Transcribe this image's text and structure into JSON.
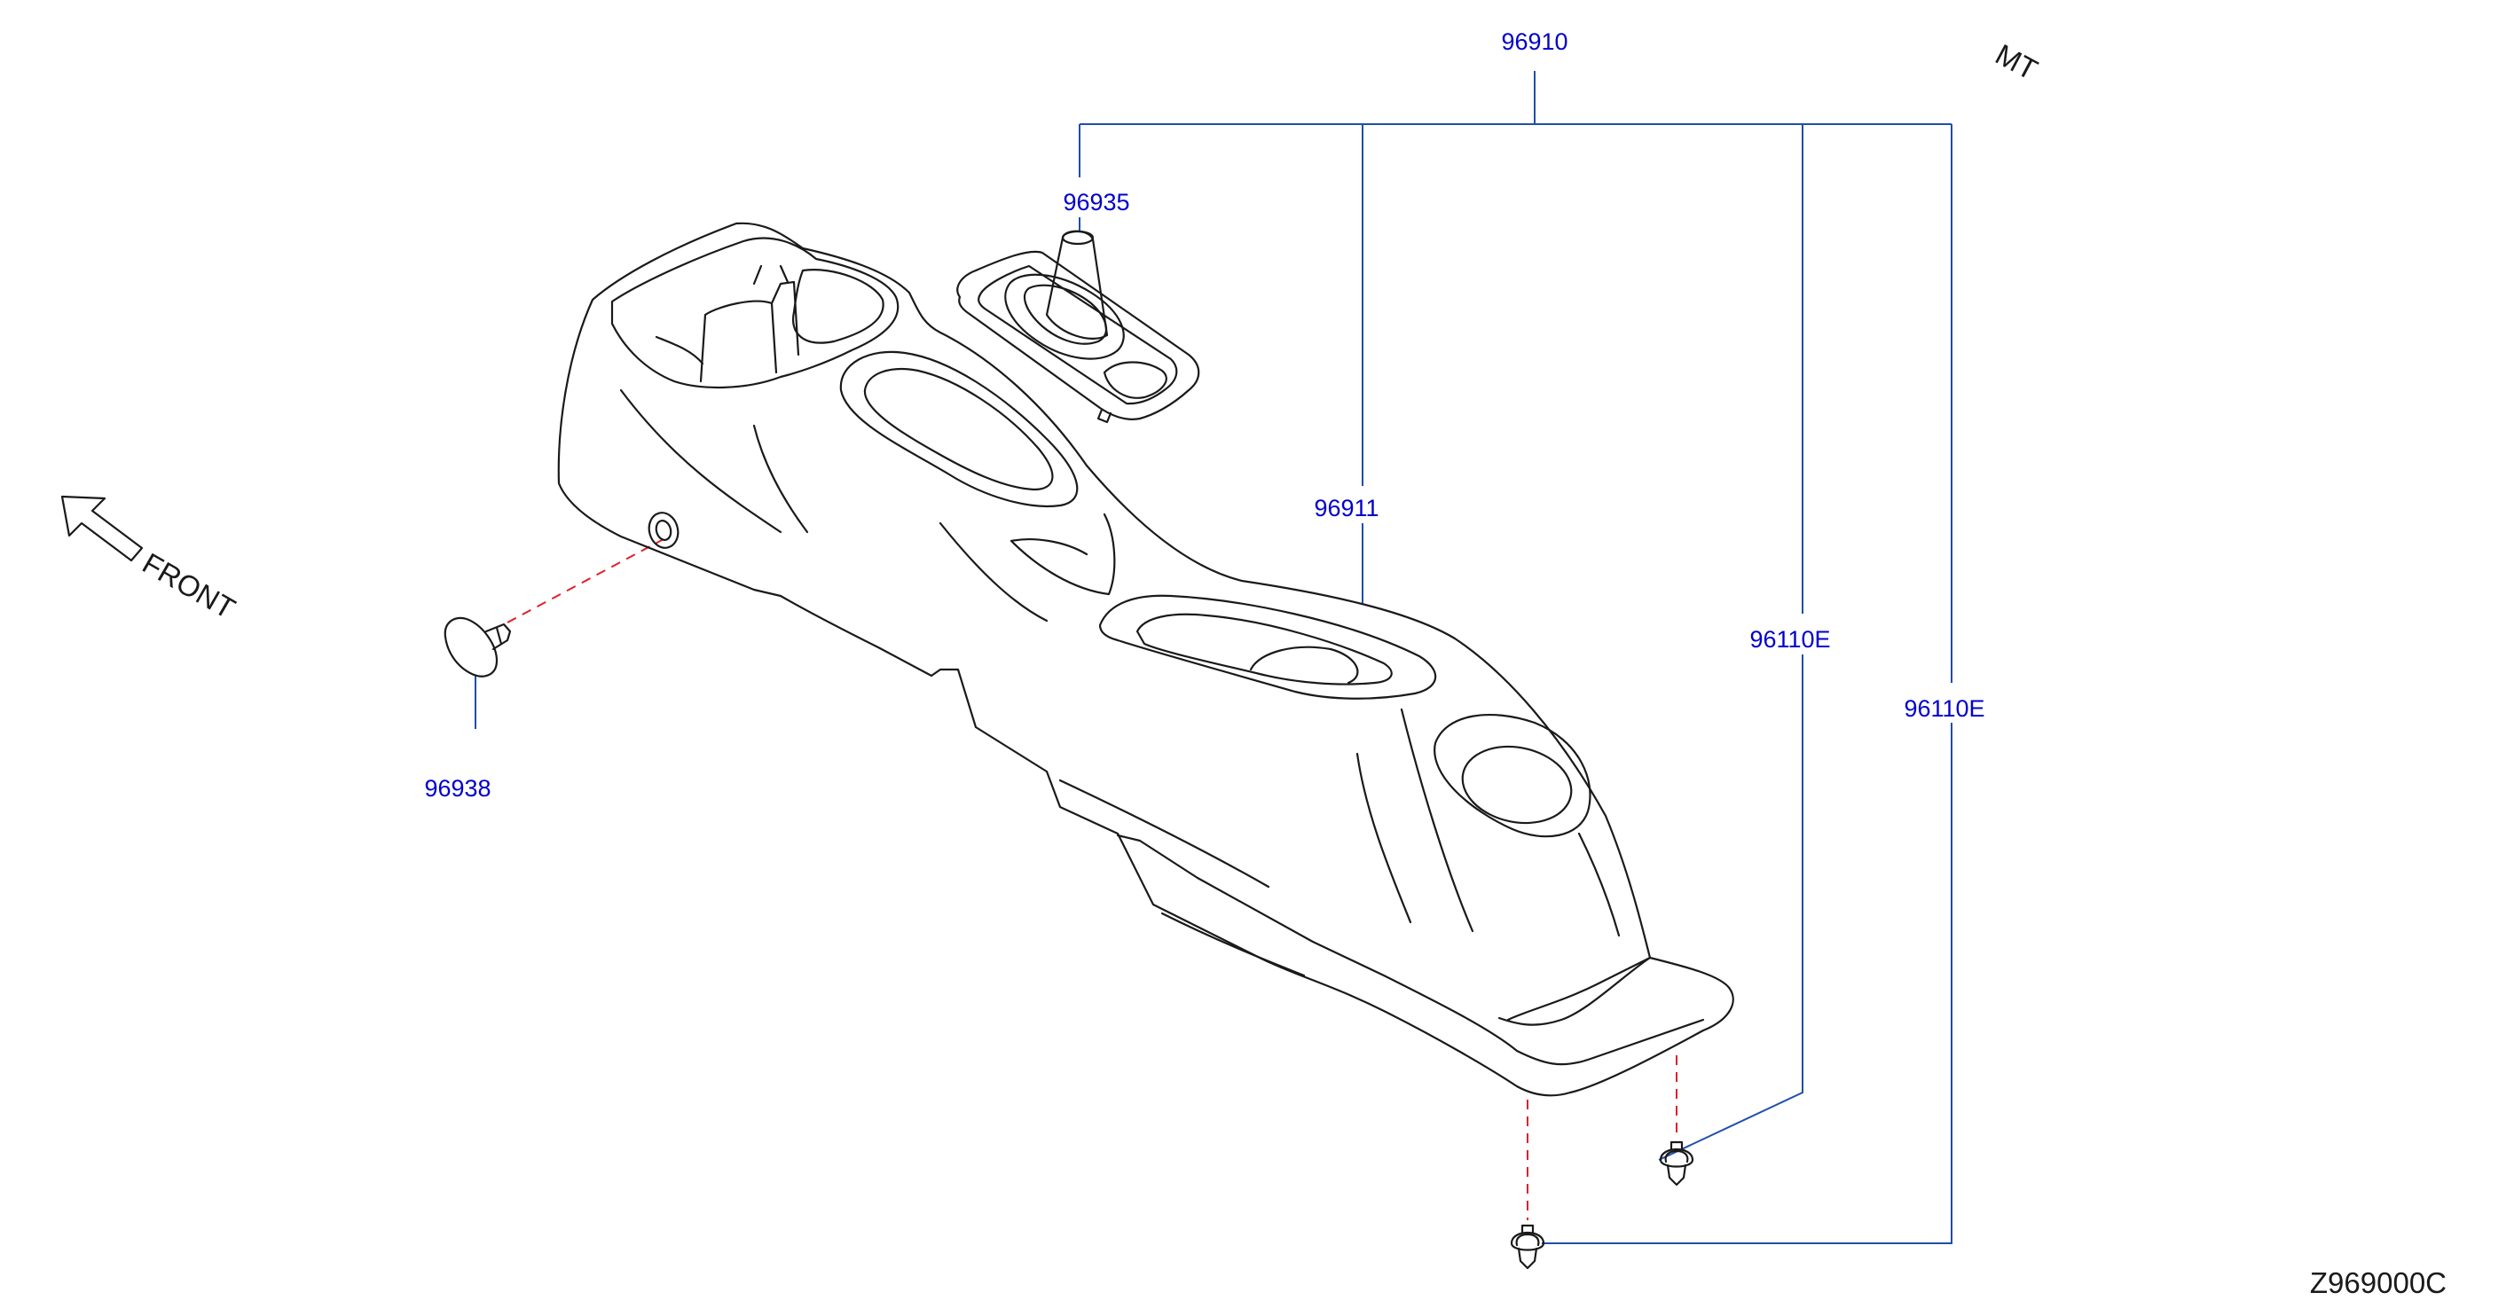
{
  "diagram": {
    "colors": {
      "callout_text": "#0000cc",
      "leader_line": "#1f4fa8",
      "fastener_dash": "#e0202a",
      "outline": "#1a1a1a",
      "background": "#ffffff"
    },
    "callouts": {
      "assembly": "96910",
      "boot": "96935",
      "console": "96911",
      "clip_a": "96110E",
      "clip_b": "96110E",
      "plug": "96938"
    },
    "labels": {
      "variant": "MT",
      "front": "FRONT",
      "drawing_number": "Z969000C"
    },
    "icons": {
      "front_arrow": "front-arrow-icon"
    }
  }
}
